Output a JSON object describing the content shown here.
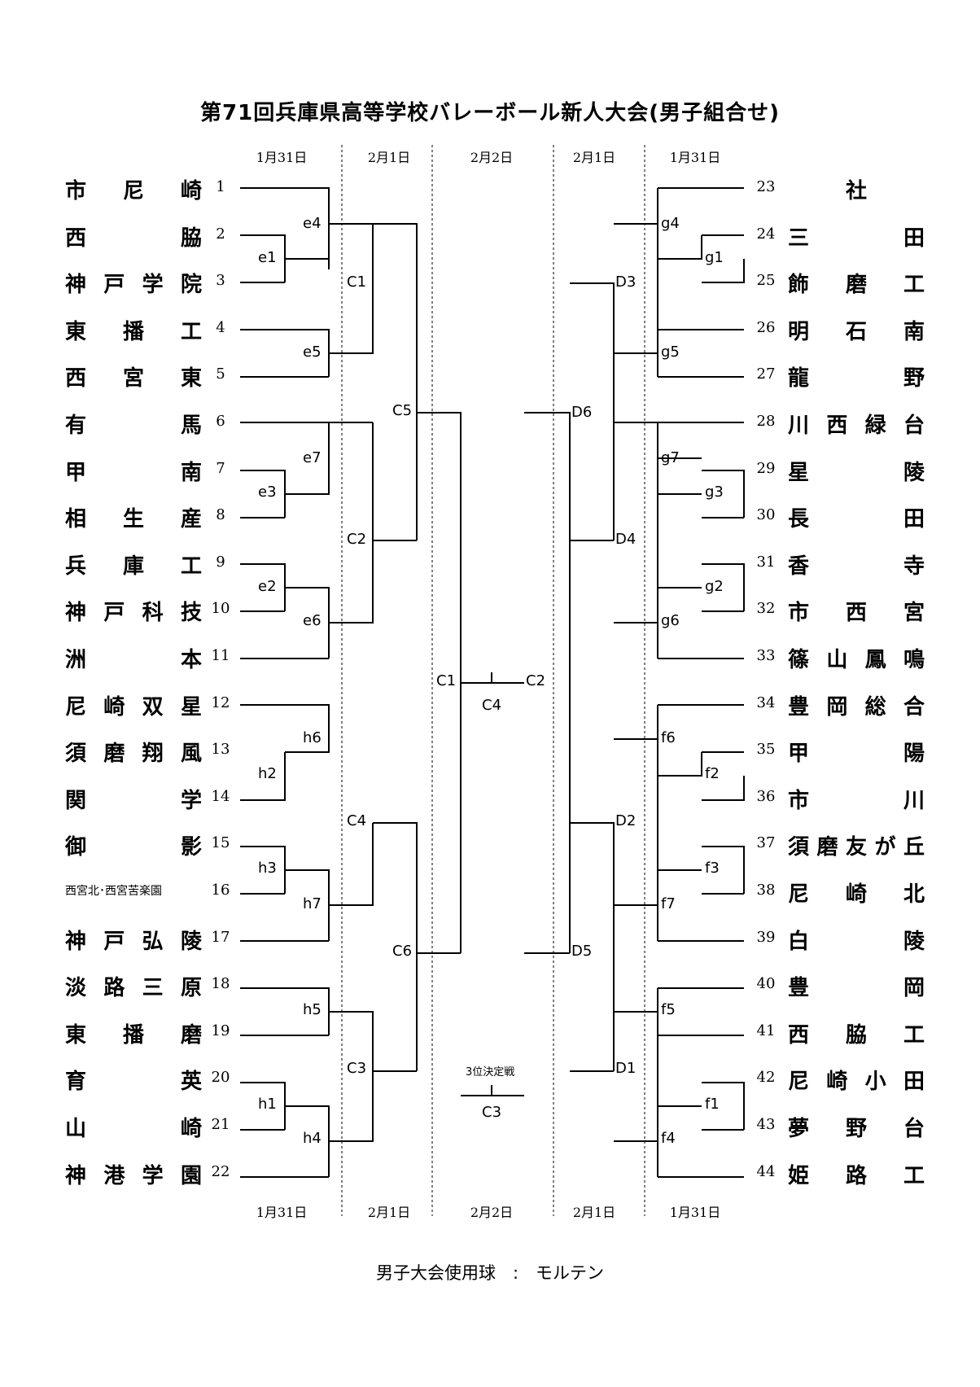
{
  "title": "第71回兵庫県高等学校バレーボール新人大会(男子組合せ)",
  "dates": [
    "1月31日",
    "2月1日",
    "2月2日",
    "2月1日",
    "1月31日"
  ],
  "left_teams": [
    {
      "num": "1",
      "name": "市尼崎",
      "style": "wide"
    },
    {
      "num": "2",
      "name": "西脇",
      "style": "wide"
    },
    {
      "num": "3",
      "name": "神戸学院",
      "style": "wide"
    },
    {
      "num": "4",
      "name": "東播工",
      "style": "wide"
    },
    {
      "num": "5",
      "name": "西宮東",
      "style": "wide"
    },
    {
      "num": "6",
      "name": "有馬",
      "style": "wide"
    },
    {
      "num": "7",
      "name": "甲南",
      "style": "wide"
    },
    {
      "num": "8",
      "name": "相生産",
      "style": "wide"
    },
    {
      "num": "9",
      "name": "兵庫工",
      "style": "wide"
    },
    {
      "num": "10",
      "name": "神戸科技",
      "style": "wide"
    },
    {
      "num": "11",
      "name": "洲本",
      "style": "wide"
    },
    {
      "num": "12",
      "name": "尼崎双星",
      "style": "wide"
    },
    {
      "num": "13",
      "name": "須磨翔風",
      "style": "wide"
    },
    {
      "num": "14",
      "name": "関学",
      "style": "wide"
    },
    {
      "num": "15",
      "name": "御影",
      "style": "wide"
    },
    {
      "num": "16",
      "name": "西宮北･西宮苦楽園",
      "style": "small"
    },
    {
      "num": "17",
      "name": "神戸弘陵",
      "style": "wide"
    },
    {
      "num": "18",
      "name": "淡路三原",
      "style": "wide"
    },
    {
      "num": "19",
      "name": "東播磨",
      "style": "wide"
    },
    {
      "num": "20",
      "name": "育英",
      "style": "wide"
    },
    {
      "num": "21",
      "name": "山崎",
      "style": "wide"
    },
    {
      "num": "22",
      "name": "神港学園",
      "style": "wide"
    }
  ],
  "right_teams": [
    {
      "num": "23",
      "name": "社",
      "style": "center"
    },
    {
      "num": "24",
      "name": "三田",
      "style": "wide"
    },
    {
      "num": "25",
      "name": "飾磨工",
      "style": "wide"
    },
    {
      "num": "26",
      "name": "明石南",
      "style": "wide"
    },
    {
      "num": "27",
      "name": "龍野",
      "style": "wide"
    },
    {
      "num": "28",
      "name": "川西緑台",
      "style": "wide"
    },
    {
      "num": "29",
      "name": "星陵",
      "style": "wide"
    },
    {
      "num": "30",
      "name": "長田",
      "style": "wide"
    },
    {
      "num": "31",
      "name": "香寺",
      "style": "wide"
    },
    {
      "num": "32",
      "name": "市西宮",
      "style": "wide"
    },
    {
      "num": "33",
      "name": "篠山鳳鳴",
      "style": "wide"
    },
    {
      "num": "34",
      "name": "豊岡総合",
      "style": "wide"
    },
    {
      "num": "35",
      "name": "甲陽",
      "style": "wide"
    },
    {
      "num": "36",
      "name": "市川",
      "style": "wide"
    },
    {
      "num": "37",
      "name": "須磨友が丘",
      "style": "wide"
    },
    {
      "num": "38",
      "name": "尼崎北",
      "style": "wide"
    },
    {
      "num": "39",
      "name": "白陵",
      "style": "wide"
    },
    {
      "num": "40",
      "name": "豊岡",
      "style": "wide"
    },
    {
      "num": "41",
      "name": "西脇工",
      "style": "wide"
    },
    {
      "num": "42",
      "name": "尼崎小田",
      "style": "wide"
    },
    {
      "num": "43",
      "name": "夢野台",
      "style": "wide"
    },
    {
      "num": "44",
      "name": "姫路工",
      "style": "wide"
    }
  ],
  "match_labels": {
    "e1": "e1",
    "e2": "e2",
    "e3": "e3",
    "e4": "e4",
    "e5": "e5",
    "e6": "e6",
    "e7": "e7",
    "h1": "h1",
    "h2": "h2",
    "h3": "h3",
    "h4": "h4",
    "h5": "h5",
    "h6": "h6",
    "h7": "h7",
    "g1": "g1",
    "g2": "g2",
    "g3": "g3",
    "g4": "g4",
    "g5": "g5",
    "g6": "g6",
    "g7": "g7",
    "f1": "f1",
    "f2": "f2",
    "f3": "f3",
    "f4": "f4",
    "f5": "f5",
    "f6": "f6",
    "f7": "f7",
    "lC1": "C1",
    "lC2": "C2",
    "lC3": "C3",
    "lC4": "C4",
    "rD1": "D1",
    "rD2": "D2",
    "rD3": "D3",
    "rD4": "D4",
    "C5": "C5",
    "C6": "C6",
    "D5": "D5",
    "D6": "D6",
    "fC1": "C1",
    "fC2": "C2",
    "fC4": "C4",
    "fC3": "C3"
  },
  "third_place_caption": "3位決定戦",
  "ball_note": "男子大会使用球　:　モルテン"
}
